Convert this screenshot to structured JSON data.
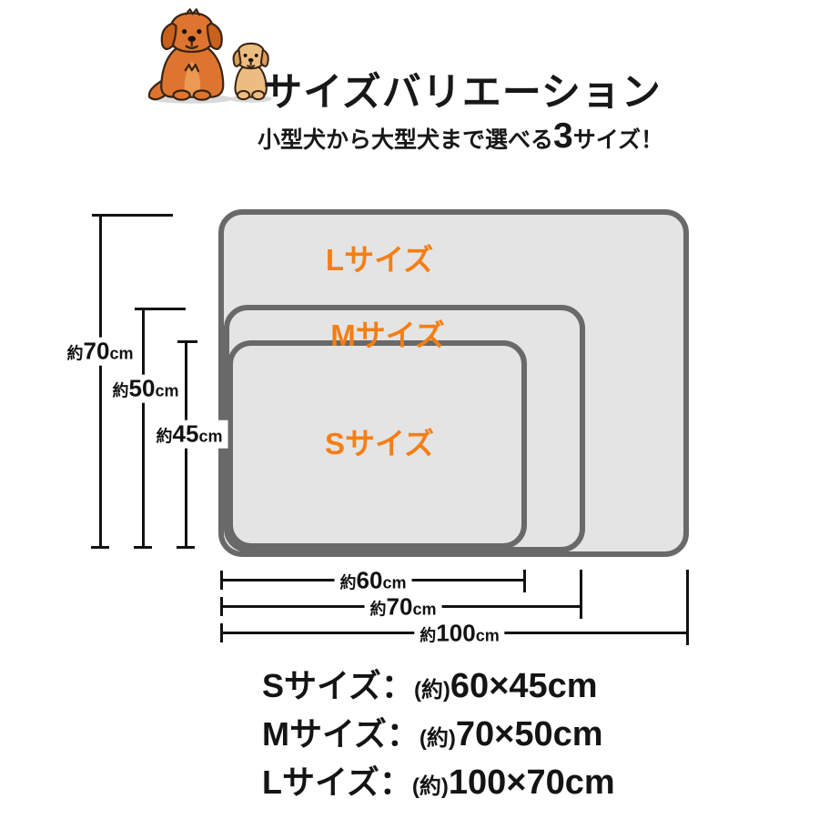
{
  "header": {
    "title": "サイズバリエーション",
    "subtitle": {
      "prefix": "小型犬から大型犬まで選べる",
      "number": "3",
      "suffix": "サイズ！"
    },
    "illustration_icon": "adult-dog-and-puppy-icon"
  },
  "diagram": {
    "rects": [
      {
        "id": "L",
        "label": "Lサイズ"
      },
      {
        "id": "M",
        "label": "Mサイズ"
      },
      {
        "id": "S",
        "label": "Sサイズ"
      }
    ],
    "vertical_dims": [
      {
        "prefix": "約",
        "value": "70",
        "unit": "cm"
      },
      {
        "prefix": "約",
        "value": "50",
        "unit": "cm"
      },
      {
        "prefix": "約",
        "value": "45",
        "unit": "cm"
      }
    ],
    "horizontal_dims": [
      {
        "prefix": "約",
        "value": "60",
        "unit": "cm"
      },
      {
        "prefix": "約",
        "value": "70",
        "unit": "cm"
      },
      {
        "prefix": "約",
        "value": "100",
        "unit": "cm"
      }
    ]
  },
  "size_list": [
    {
      "name": "Sサイズ：",
      "approx": "(約)",
      "dimensions": "60×45cm"
    },
    {
      "name": "Mサイズ：",
      "approx": "(約)",
      "dimensions": "70×50cm"
    },
    {
      "name": "Lサイズ：",
      "approx": "(約)",
      "dimensions": "100×70cm"
    }
  ],
  "colors": {
    "accent_orange": "#f57e14",
    "rect_fill": "#e4e4e4",
    "rect_border": "#696969",
    "text": "#171717",
    "dog_body": "#dd7530",
    "puppy_body": "#ecbd83"
  }
}
